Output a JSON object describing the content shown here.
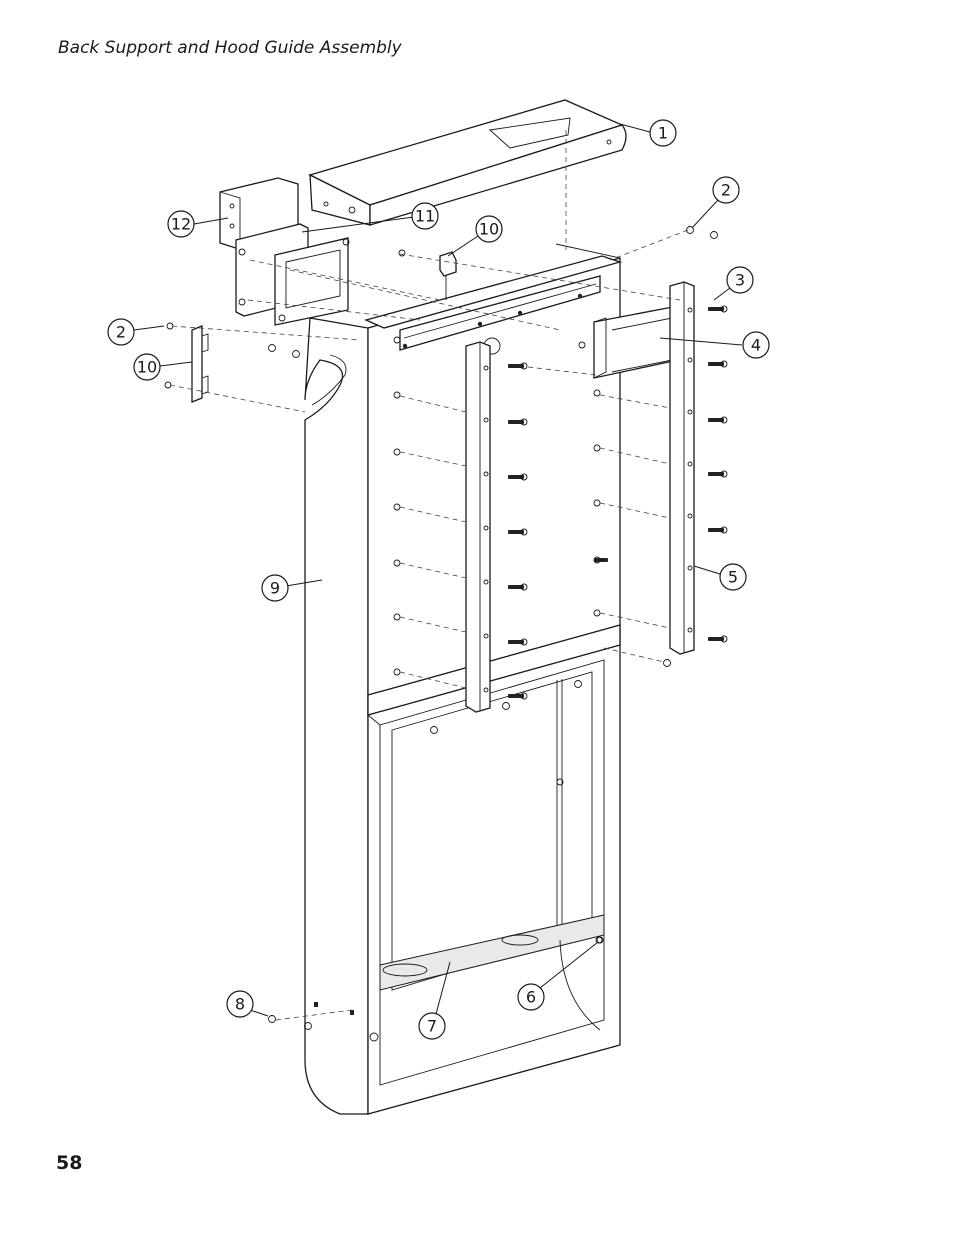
{
  "header": {
    "title": "Back Support and Hood Guide Assembly"
  },
  "footer": {
    "page_number": "58"
  },
  "callouts": [
    "1",
    "2",
    "3",
    "4",
    "5",
    "6",
    "7",
    "8",
    "9",
    "10",
    "11",
    "12",
    "2",
    "10"
  ]
}
